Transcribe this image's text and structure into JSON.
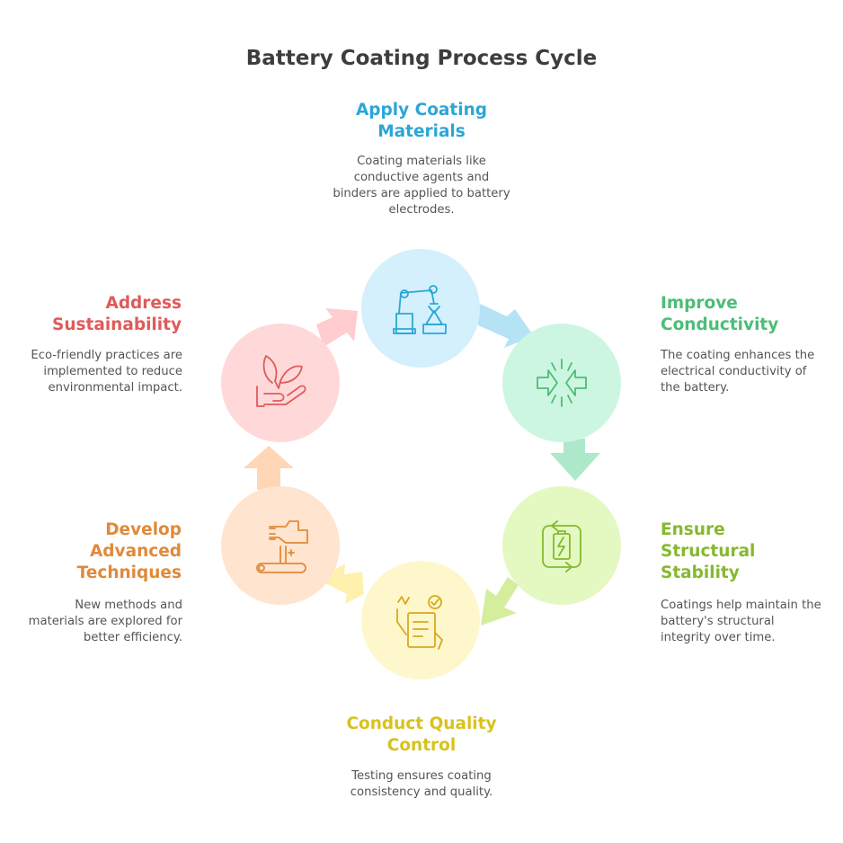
{
  "title": "Battery Coating Process Cycle",
  "colors": {
    "apply": "#2ba6d6",
    "improve": "#4cbd76",
    "ensure": "#86b82e",
    "conduct": "#d8c21e",
    "develop": "#e08a3a",
    "address": "#e05a5a"
  },
  "steps": [
    {
      "id": "apply",
      "title": "Apply Coating Materials",
      "desc": "Coating materials like conductive agents and binders are applied to battery electrodes.",
      "icon": "robot-arm-icon"
    },
    {
      "id": "improve",
      "title": "Improve Conductivity",
      "desc": "The coating enhances the electrical conductivity of the battery.",
      "icon": "converge-arrows-icon"
    },
    {
      "id": "ensure",
      "title": "Ensure Structural Stability",
      "desc": "Coatings help maintain the battery's structural integrity over time.",
      "icon": "battery-cycle-icon"
    },
    {
      "id": "conduct",
      "title": "Conduct Quality Control",
      "desc": "Testing ensures coating consistency and quality.",
      "icon": "checklist-icon"
    },
    {
      "id": "develop",
      "title": "Develop Advanced Techniques",
      "desc": "New methods and materials are explored for better efficiency.",
      "icon": "hand-tool-icon"
    },
    {
      "id": "address",
      "title": "Address Sustainability",
      "desc": "Eco-friendly practices are implemented to reduce environmental impact.",
      "icon": "plant-hand-icon"
    }
  ]
}
